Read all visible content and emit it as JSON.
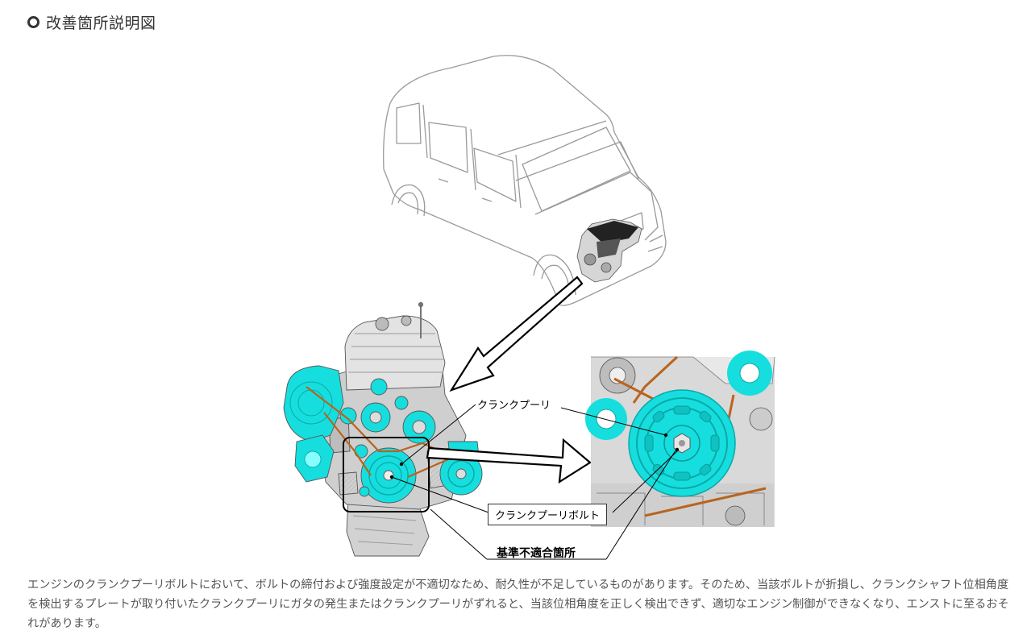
{
  "header": {
    "title": "改善箇所説明図"
  },
  "figure": {
    "labels": {
      "crank_pulley": "クランクプーリ",
      "crank_pulley_bolt": "クランクプーリボルト",
      "nonconforming_part": "基準不適合箇所"
    },
    "colors": {
      "highlight": "#17dede",
      "belt": "#b8641e",
      "outline": "#9a9a9a",
      "engine_gray": "#c8c8c8"
    }
  },
  "description": "エンジンのクランクプーリボルトにおいて、ボルトの締付および強度設定が不適切なため、耐久性が不足しているものがあります。そのため、当該ボルトが折損し、クランクシャフト位相角度を検出するプレートが取り付いたクランクプーリにガタの発生またはクランクプーリがずれると、当該位相角度を正しく検出できず、適切なエンジン制御ができなくなり、エンストに至るおそれがあります。"
}
